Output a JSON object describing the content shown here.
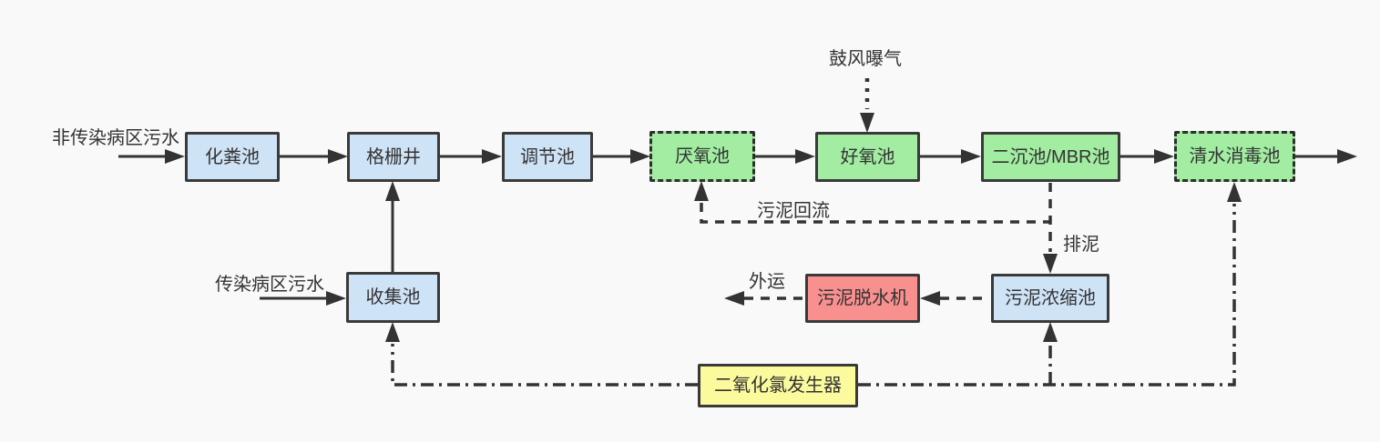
{
  "palette": {
    "background": "#f9f9f9",
    "light_blue": "#cfe3f7",
    "green": "#a2eda2",
    "red": "#f99090",
    "yellow": "#fbfb9e",
    "line": "#333333"
  },
  "nodes": {
    "septic_tank": "化粪池",
    "grille_well": "格栅井",
    "regulating_tank": "调节池",
    "anaerobic_tank": "厌氧池",
    "aerobic_tank": "好氧池",
    "secondary_mbr_tank": "二沉池/MBR池",
    "clean_water_disinfection_tank": "清水消毒池",
    "collection_tank": "收集池",
    "sludge_dewatering_machine": "污泥脱水机",
    "sludge_thickening_tank": "污泥浓缩池",
    "chlorine_dioxide_generator": "二氧化氯发生器"
  },
  "labels": {
    "non_infectious_inflow": "非传染病区污水",
    "infectious_inflow": "传染病区污水",
    "blast_aeration": "鼓风曝气",
    "sludge_return": "污泥回流",
    "sludge_discharge": "排泥",
    "outward_transport": "外运"
  }
}
